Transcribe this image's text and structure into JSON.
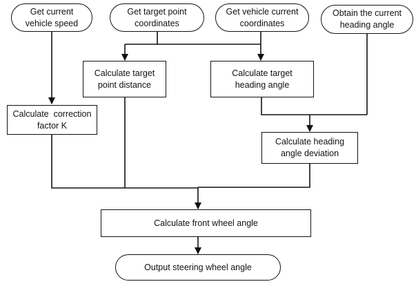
{
  "nodes": {
    "get_speed": {
      "label": "Get current\nvehicle speed",
      "line1": "Get current",
      "line2": "vehicle speed",
      "shape": "terminal"
    },
    "get_target": {
      "line1": "Get target point",
      "line2": "coordinates",
      "shape": "terminal"
    },
    "get_vehicle_coords": {
      "line1": "Get vehicle current",
      "line2": "coordinates",
      "shape": "terminal"
    },
    "get_heading": {
      "line1": "Obtain the current",
      "line2": "heading angle",
      "shape": "terminal"
    },
    "calc_distance": {
      "line1": "Calculate target",
      "line2": "point distance",
      "shape": "process"
    },
    "calc_target_heading": {
      "line1": "Calculate target",
      "line2": "heading angle",
      "shape": "process"
    },
    "calc_k": {
      "line1": "Calculate  correction",
      "line2": "factor K",
      "shape": "process"
    },
    "calc_deviation": {
      "line1": "Calculate heading",
      "line2": "angle deviation",
      "shape": "process"
    },
    "calc_front_wheel": {
      "line1": "Calculate front wheel angle",
      "shape": "process"
    },
    "output_steering": {
      "line1": "Output steering wheel angle",
      "shape": "terminal"
    }
  },
  "edges": [
    {
      "from": "get_speed",
      "to": "calc_k"
    },
    {
      "from": "get_target",
      "to": "calc_distance"
    },
    {
      "from": "get_target",
      "to": "calc_target_heading"
    },
    {
      "from": "get_vehicle_coords",
      "to": "calc_distance"
    },
    {
      "from": "get_vehicle_coords",
      "to": "calc_target_heading"
    },
    {
      "from": "calc_target_heading",
      "to": "calc_deviation"
    },
    {
      "from": "get_heading",
      "to": "calc_deviation"
    },
    {
      "from": "calc_k",
      "to": "calc_front_wheel"
    },
    {
      "from": "calc_distance",
      "to": "calc_front_wheel"
    },
    {
      "from": "calc_deviation",
      "to": "calc_front_wheel"
    },
    {
      "from": "calc_front_wheel",
      "to": "output_steering"
    }
  ],
  "colors": {
    "stroke": "#111111",
    "fill": "#ffffff",
    "text": "#111111"
  }
}
